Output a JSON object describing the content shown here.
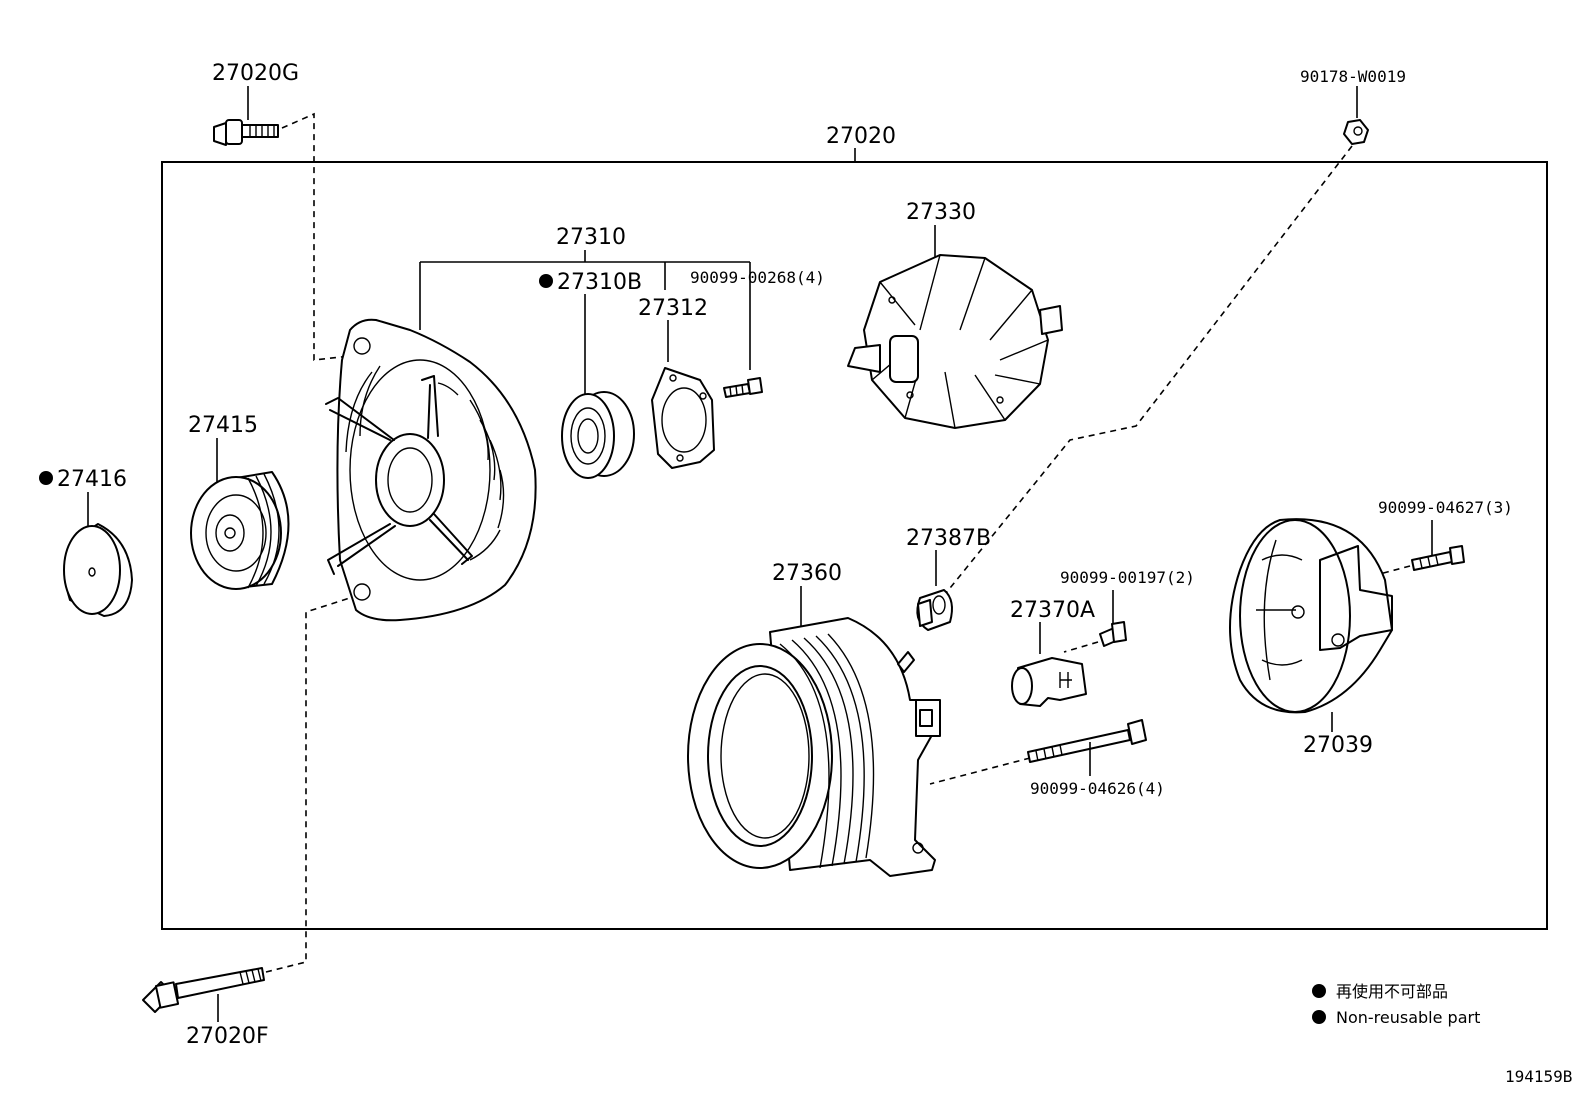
{
  "diagram": {
    "assembly_label": "27020",
    "figure_id": "194159B",
    "parts": {
      "p27020G": "27020G",
      "p27020F": "27020F",
      "p90178": "90178-W0019",
      "p27310": "27310",
      "p27310B": "27310B",
      "p27312": "27312",
      "p90099_00268": "90099-00268(4)",
      "p27330": "27330",
      "p27415": "27415",
      "p27416": "27416",
      "p27387B": "27387B",
      "p27360": "27360",
      "p90099_00197": "90099-00197(2)",
      "p27370A": "27370A",
      "p90099_04627": "90099-04627(3)",
      "p27039": "27039",
      "p90099_04626": "90099-04626(4)"
    },
    "legend": {
      "japanese": "再使用不可部品",
      "english": "Non-reusable part"
    }
  }
}
